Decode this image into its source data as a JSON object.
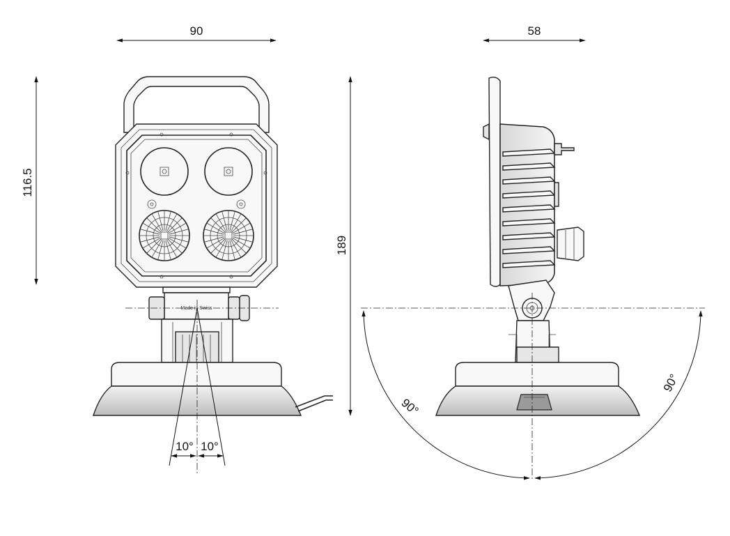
{
  "front_view": {
    "width_dim": "90",
    "height_dim": "116.5",
    "beam_left_angle": "10°",
    "beam_right_angle": "10°",
    "stamp_text": "Made in Swiss"
  },
  "side_view": {
    "depth_dim": "58",
    "total_height_dim": "189",
    "tilt_left_angle": "90°",
    "tilt_right_angle": "90°"
  }
}
